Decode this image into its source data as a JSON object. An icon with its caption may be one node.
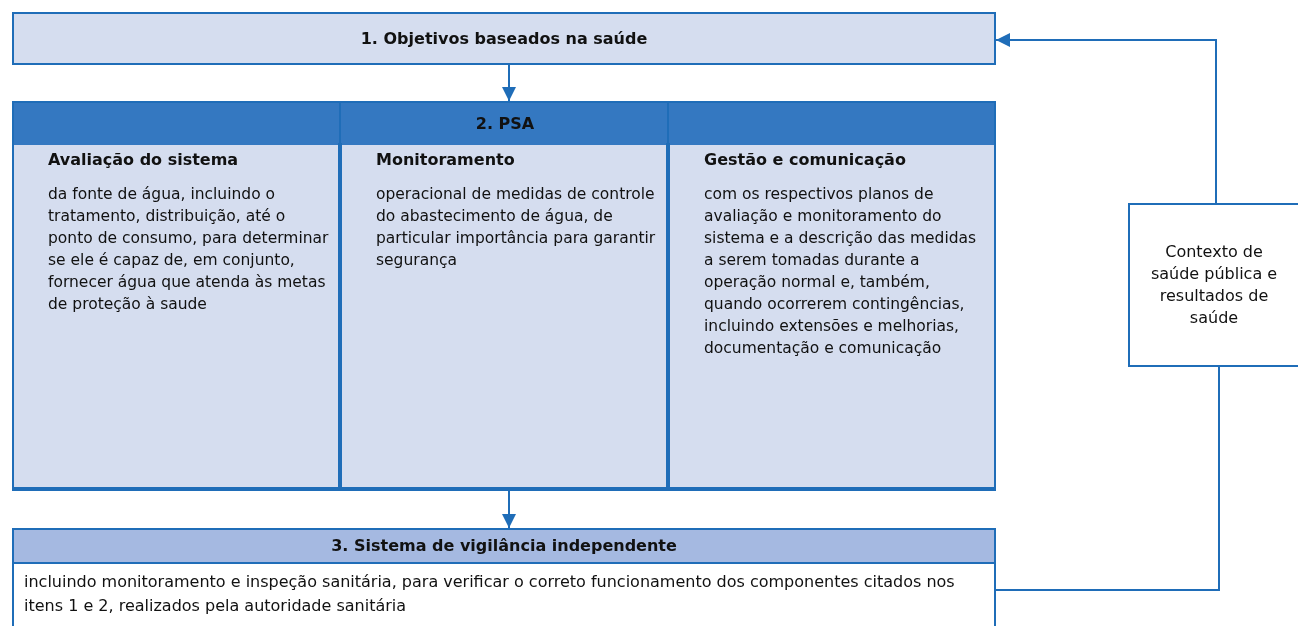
{
  "diagram": {
    "nodes": [
      {
        "text": [
          "1. Objetivos baseados na saúde"
        ]
      },
      {
        "text": [
          "2. PSA"
        ]
      },
      {
        "text": [
          "Avaliação do sistema",
          "da fonte de água, incluindo o tratamento, distribuição, até o ponto de consumo, para determinar se ele é capaz de, em conjunto, fornecer água que atenda às metas de proteção à saude"
        ],
        "in": 1
      },
      {
        "text": [
          "Monitoramento",
          "operacional de medidas de controle do abastecimento de água, de particular importância para garantir segurança"
        ],
        "in": 1
      },
      {
        "text": [
          "Gestão e comunicação",
          "com os respectivos planos de avaliação e monitoramento do sistema e a descrição das medidas a serem tomadas durante a operação normal e, também, quando ocorrerem contingências, incluindo extensões e melhorias, documentação e comunicação"
        ],
        "in": 1
      },
      {
        "text": [
          "3. Sistema de vigilância independente",
          "incluindo monitoramento e inspeção sanitária, para verificar o correto funcionamento dos componentes citados nos itens 1 e 2, realizados pela autoridade sanitária"
        ]
      },
      {
        "text": [
          "Contexto de saúde pública e resultados de saúde"
        ]
      }
    ],
    "edges": [
      {
        "from": 0,
        "to": 1,
        "arrow": "to"
      },
      {
        "from": 1,
        "to": 5,
        "arrow": "to"
      },
      {
        "from": 5,
        "to": 6,
        "arrow": "none"
      },
      {
        "from": 6,
        "to": 0,
        "arrow": "to"
      }
    ]
  }
}
